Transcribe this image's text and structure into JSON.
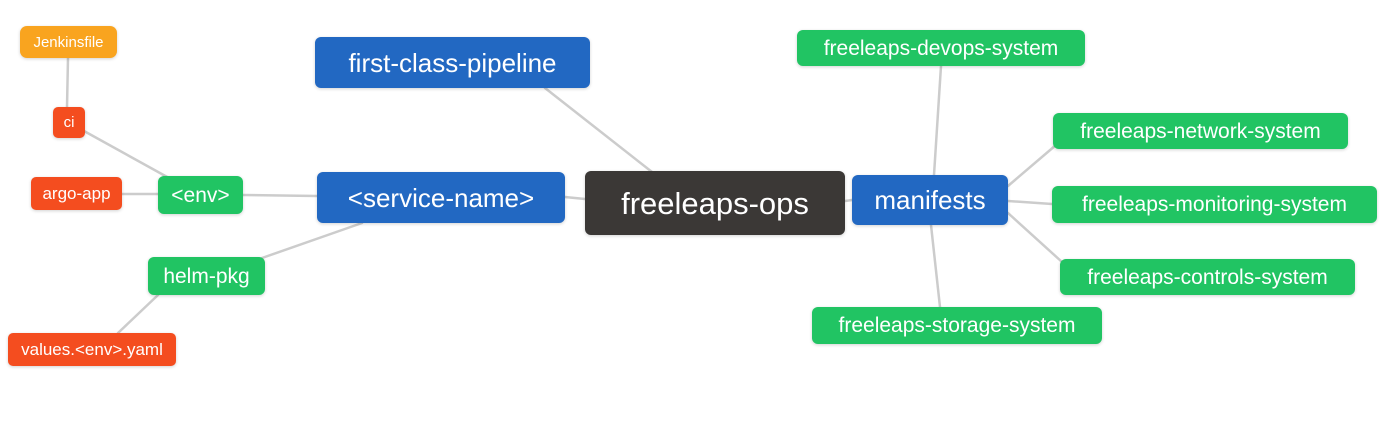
{
  "palette": {
    "canvas": "#ffffff",
    "text": "#ffffff",
    "edge": "#cccccc",
    "root_bg": "#3b3836",
    "branch_bg": "#2268c2",
    "green_bg": "#21c463",
    "red_bg": "#f44d1f",
    "amber_bg": "#f9a41f"
  },
  "mindmap": {
    "type": "mindmap",
    "root_id": "freeleaps-ops",
    "nodes": [
      {
        "id": "freeleaps-ops",
        "label": "freeleaps-ops",
        "color": "dark",
        "parent": null
      },
      {
        "id": "first-class-pipeline",
        "label": "first-class-pipeline",
        "color": "blue",
        "parent": "freeleaps-ops"
      },
      {
        "id": "service-name",
        "label": "<service-name>",
        "color": "blue",
        "parent": "freeleaps-ops"
      },
      {
        "id": "manifests",
        "label": "manifests",
        "color": "blue",
        "parent": "freeleaps-ops"
      },
      {
        "id": "env",
        "label": "<env>",
        "color": "green",
        "parent": "service-name"
      },
      {
        "id": "helm-pkg",
        "label": "helm-pkg",
        "color": "green",
        "parent": "service-name"
      },
      {
        "id": "ci",
        "label": "ci",
        "color": "red",
        "parent": "env"
      },
      {
        "id": "argo-app",
        "label": "argo-app",
        "color": "red",
        "parent": "env"
      },
      {
        "id": "jenkinsfile",
        "label": "Jenkinsfile",
        "color": "amber",
        "parent": "ci"
      },
      {
        "id": "values-env-yaml",
        "label": "values.<env>.yaml",
        "color": "red",
        "parent": "helm-pkg"
      },
      {
        "id": "freeleaps-devops-system",
        "label": "freeleaps-devops-system",
        "color": "green",
        "parent": "manifests"
      },
      {
        "id": "freeleaps-network-system",
        "label": "freeleaps-network-system",
        "color": "green",
        "parent": "manifests"
      },
      {
        "id": "freeleaps-monitoring-system",
        "label": "freeleaps-monitoring-system",
        "color": "green",
        "parent": "manifests"
      },
      {
        "id": "freeleaps-controls-system",
        "label": "freeleaps-controls-system",
        "color": "green",
        "parent": "manifests"
      },
      {
        "id": "freeleaps-storage-system",
        "label": "freeleaps-storage-system",
        "color": "green",
        "parent": "manifests"
      }
    ],
    "edges": [
      {
        "from": "jenkinsfile",
        "to": "ci"
      },
      {
        "from": "ci",
        "to": "env"
      },
      {
        "from": "argo-app",
        "to": "env"
      },
      {
        "from": "env",
        "to": "service-name"
      },
      {
        "from": "service-name",
        "to": "helm-pkg"
      },
      {
        "from": "helm-pkg",
        "to": "values-env-yaml"
      },
      {
        "from": "service-name",
        "to": "freeleaps-ops"
      },
      {
        "from": "first-class-pipeline",
        "to": "freeleaps-ops"
      },
      {
        "from": "freeleaps-ops",
        "to": "manifests"
      },
      {
        "from": "manifests",
        "to": "freeleaps-devops-system"
      },
      {
        "from": "manifests",
        "to": "freeleaps-network-system"
      },
      {
        "from": "manifests",
        "to": "freeleaps-monitoring-system"
      },
      {
        "from": "manifests",
        "to": "freeleaps-controls-system"
      },
      {
        "from": "manifests",
        "to": "freeleaps-storage-system"
      }
    ]
  }
}
